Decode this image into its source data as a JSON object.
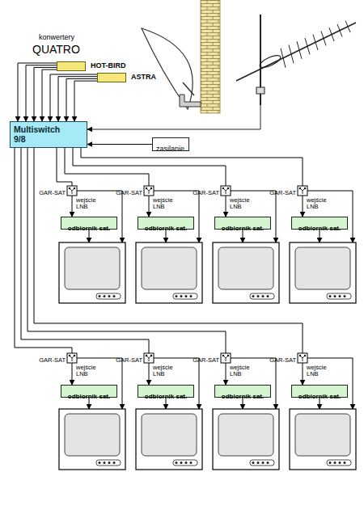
{
  "diagram": {
    "nodes": [
      {
        "text": [
          "HOT-BIRD"
        ]
      },
      {
        "text": [
          "ASTRA"
        ]
      },
      {
        "text": [
          "Multiswitch 9/8"
        ]
      },
      {
        "text": [
          "zasilanie"
        ]
      },
      {
        "text": [
          "odbiornik sat."
        ]
      },
      {
        "text": [
          "odbiornik sat."
        ]
      },
      {
        "text": [
          "odbiornik sat."
        ]
      },
      {
        "text": [
          "odbiornik sat."
        ]
      },
      {
        "text": [
          "odbiornik sat."
        ]
      },
      {
        "text": [
          "odbiornik sat."
        ]
      },
      {
        "text": [
          "odbiornik sat."
        ]
      },
      {
        "text": [
          "odbiornik sat."
        ]
      }
    ],
    "edges": [
      {
        "from": 0,
        "to": 2,
        "arrow": "to"
      },
      {
        "from": 0,
        "to": 2,
        "arrow": "to"
      },
      {
        "from": 0,
        "to": 2,
        "arrow": "to"
      },
      {
        "from": 0,
        "to": 2,
        "arrow": "to"
      },
      {
        "from": 1,
        "to": 2,
        "arrow": "to"
      },
      {
        "from": 1,
        "to": 2,
        "arrow": "to"
      },
      {
        "from": 1,
        "to": 2,
        "arrow": "to"
      },
      {
        "from": 1,
        "to": 2,
        "arrow": "to"
      },
      {
        "from": 3,
        "to": 2,
        "arrow": "to"
      },
      {
        "from": 2,
        "to": 4,
        "arrow": "to"
      },
      {
        "from": 2,
        "to": 5,
        "arrow": "to"
      },
      {
        "from": 2,
        "to": 6,
        "arrow": "to"
      },
      {
        "from": 2,
        "to": 7,
        "arrow": "to"
      },
      {
        "from": 2,
        "to": 8,
        "arrow": "to"
      },
      {
        "from": 2,
        "to": 9,
        "arrow": "to"
      },
      {
        "from": 2,
        "to": 10,
        "arrow": "to"
      },
      {
        "from": 2,
        "to": 11,
        "arrow": "to"
      }
    ],
    "labels": [
      "konwertery",
      "QUATRO",
      "GAR-SAT",
      "wejście LNB",
      "GAR-SAT",
      "wejście LNB",
      "GAR-SAT",
      "wejście LNB",
      "GAR-SAT",
      "wejście LNB",
      "GAR-SAT",
      "wejście LNB",
      "GAR-SAT",
      "wejście LNB",
      "GAR-SAT",
      "wejście LNB",
      "GAR-SAT",
      "wejście LNB"
    ]
  }
}
